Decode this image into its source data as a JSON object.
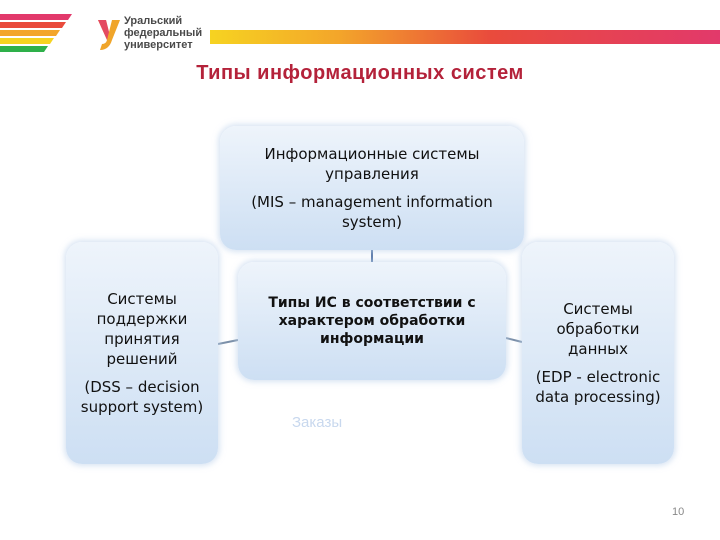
{
  "header": {
    "logo_lines": [
      "Уральский",
      "федеральный",
      "университет"
    ],
    "stripe_colors": [
      "#e2396b",
      "#e94b3c",
      "#f3a62a",
      "#f6d321",
      "#2eb04a"
    ],
    "logo_color": "#f0a52a"
  },
  "title": "Типы информационных систем",
  "diagram": {
    "top": {
      "line1": "Информационные системы управления",
      "line2": "(MIS – management information system)"
    },
    "left": {
      "line1": "Системы поддержки принятия решений",
      "line2": "(DSS – decision support system)"
    },
    "center": {
      "label": "Типы ИС в соответствии с характером обработки информации"
    },
    "right": {
      "line1": "Системы обработки данных",
      "line2": "(EDP - electronic data processing)"
    },
    "ghost_text": "Заказы"
  },
  "page_number": "10"
}
